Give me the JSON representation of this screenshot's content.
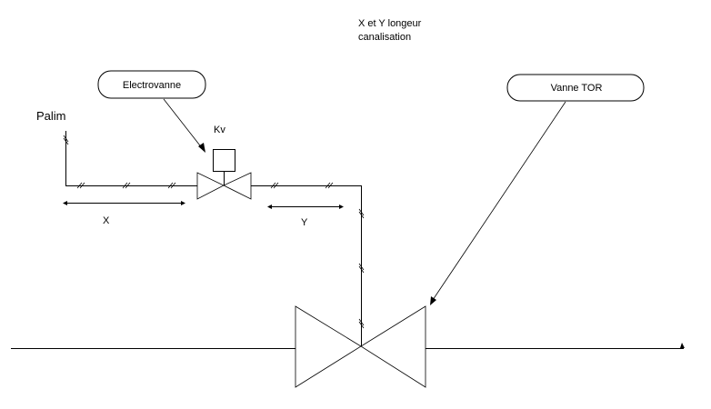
{
  "diagram": {
    "note": {
      "line1": "X et Y longeur",
      "line2": "canalisation"
    },
    "callouts": {
      "electrovanne": "Electrovanne",
      "vanne_tor": "Vanne TOR"
    },
    "labels": {
      "palim": "Palim",
      "kv": "Kv",
      "x": "X",
      "y": "Y"
    },
    "colors": {
      "line": "#000000",
      "background": "#ffffff"
    }
  }
}
